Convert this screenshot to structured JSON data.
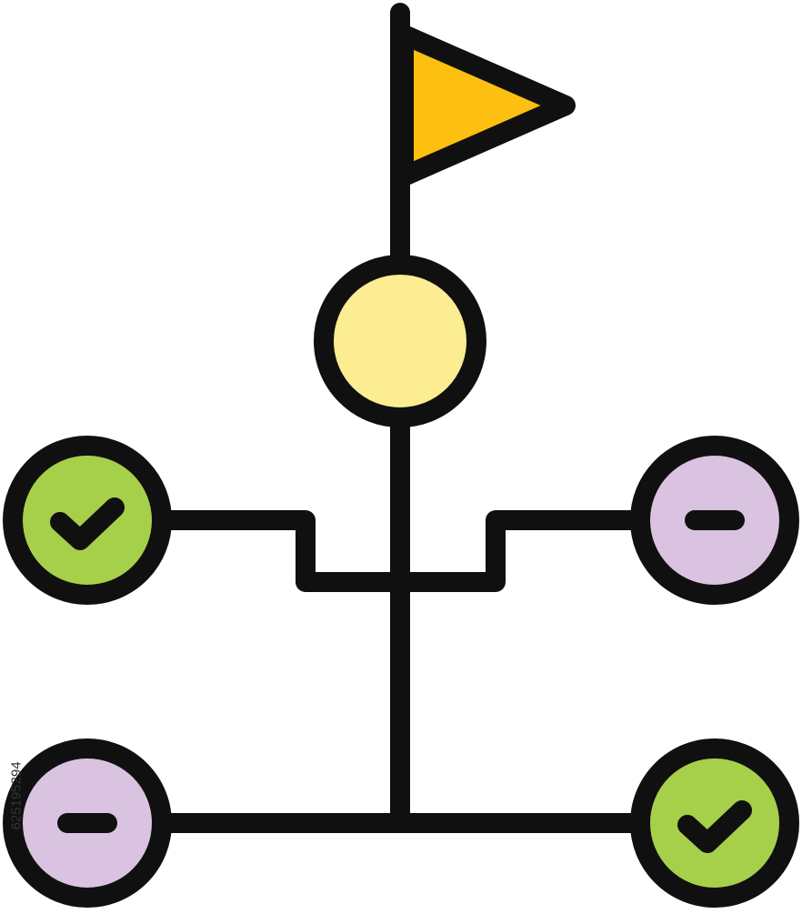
{
  "icon": {
    "name": "decision-tree-goal-icon",
    "colors": {
      "stroke": "#101010",
      "flag": "#FDC010",
      "root_node": "#FCEC92",
      "check_node": "#A6D04A",
      "minus_node": "#D9C3E0",
      "background": "#FFFFFF"
    },
    "nodes": [
      {
        "id": "root",
        "kind": "plain",
        "icon": "circle"
      },
      {
        "id": "upper-left",
        "kind": "check",
        "icon": "check-icon"
      },
      {
        "id": "upper-right",
        "kind": "minus",
        "icon": "minus-icon"
      },
      {
        "id": "lower-left",
        "kind": "minus",
        "icon": "minus-icon"
      },
      {
        "id": "lower-right",
        "kind": "check",
        "icon": "check-icon"
      }
    ]
  },
  "watermark": {
    "stock_id": "625195294"
  }
}
